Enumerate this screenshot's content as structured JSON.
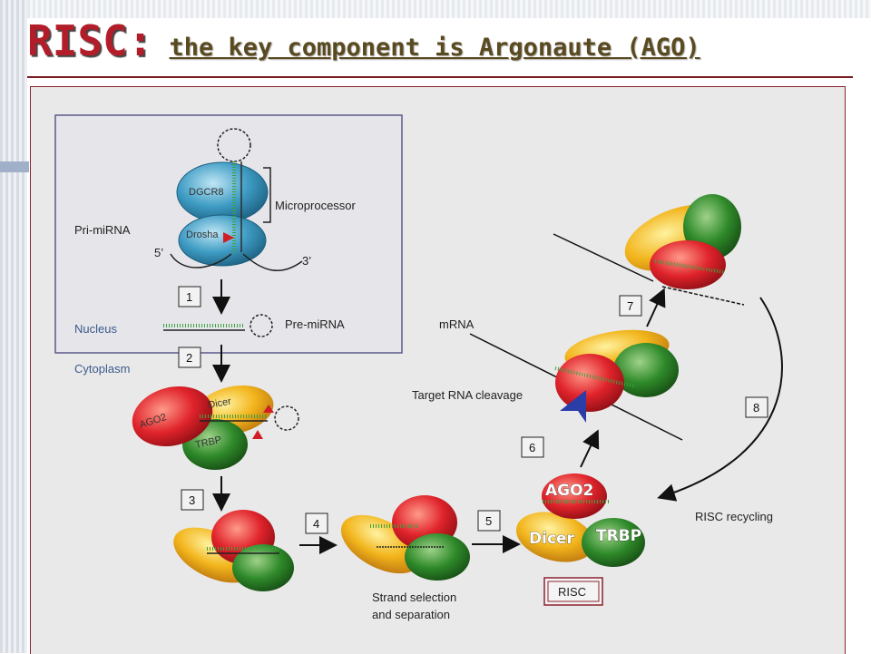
{
  "title": {
    "main": "RISC:",
    "sub": "the key component is Argonaute (AGO)"
  },
  "diagram": {
    "nucleus_box": {
      "protein_top": "DGCR8",
      "protein_bottom": "Drosha",
      "microprocessor": "Microprocessor",
      "pri_mirna": "Pri-miRNA",
      "five_prime": "5’",
      "three_prime": "3’",
      "nucleus": "Nucleus",
      "pre_mirna": "Pre-miRNA"
    },
    "cytoplasm": "Cytoplasm",
    "dicer_complex": {
      "ago2": "AGO2",
      "dicer": "Dicer",
      "trbp": "TRBP"
    },
    "steps": [
      "1",
      "2",
      "3",
      "4",
      "5",
      "6",
      "7",
      "8"
    ],
    "strand_selection": [
      "Strand selection",
      "and separation"
    ],
    "risc_labels": {
      "ago2": "AGO2",
      "dicer": "Dicer",
      "trbp": "TRBP",
      "risc": "RISC"
    },
    "target_cleavage": "Target RNA cleavage",
    "mrna": "mRNA",
    "risc_recycling": "RISC recycling"
  }
}
